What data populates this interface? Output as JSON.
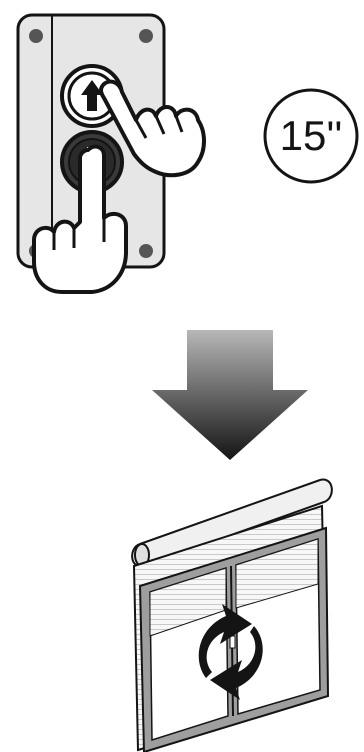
{
  "badge": {
    "text": "15''"
  },
  "remote": {
    "buttons": [
      {
        "name": "up",
        "icon": "arrow-up-icon",
        "style": "light"
      },
      {
        "name": "down",
        "icon": "arrow-down-icon",
        "style": "dark"
      }
    ]
  },
  "colors": {
    "outline": "#141414",
    "panel": "#e6e6e6",
    "screw": "#555555",
    "arrow_top": "#b3b3b3",
    "arrow_bottom": "#141414",
    "frame": "#9e9e9e",
    "roller": "#f0f0f0"
  },
  "icons": {
    "rotate": "rotate-arrows-icon",
    "hand_press": "hand-pressing-icon"
  }
}
